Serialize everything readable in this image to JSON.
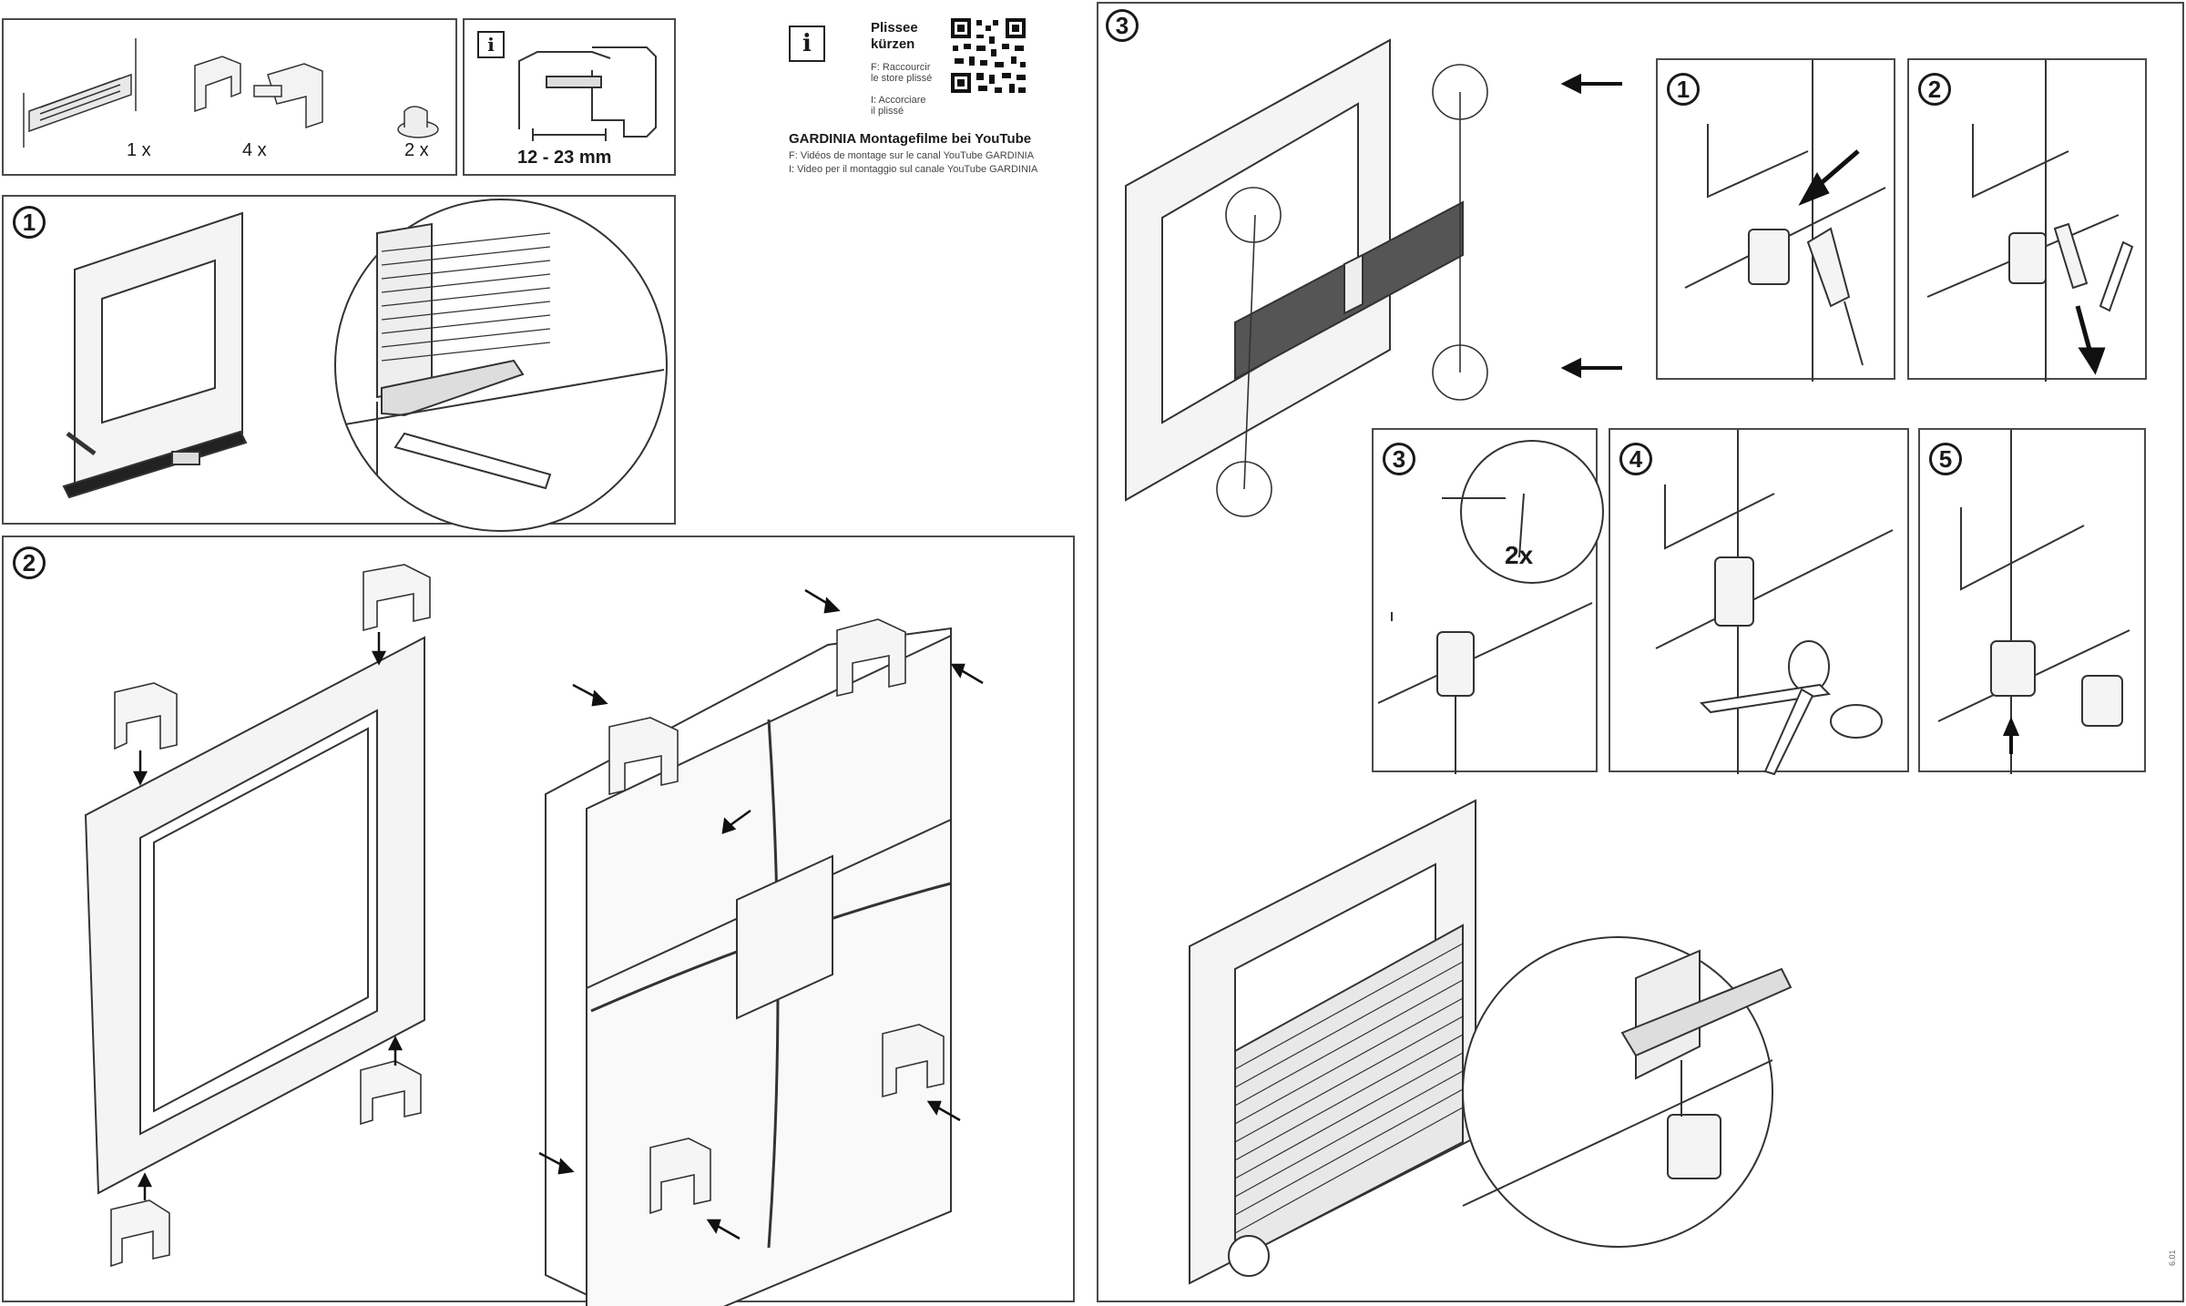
{
  "parts": {
    "qty_blind": "1 x",
    "qty_brackets": "4 x",
    "qty_clips": "2 x"
  },
  "info": {
    "icon_letter": "i",
    "measure": "12 - 23 mm"
  },
  "video": {
    "icon_letter": "i",
    "title_line1": "Plissee",
    "title_line2": "kürzen",
    "fr_line1": "F: Raccourcir",
    "fr_line2": "le store plissé",
    "it_line1": "I: Accorciare",
    "it_line2": "il plissé",
    "heading": "GARDINIA Montagefilme bei YouTube",
    "fr_sub": "F: Vidéos de montage sur le canal YouTube GARDINIA",
    "it_sub": "I: Video per il montaggio sul canale YouTube GARDINIA"
  },
  "steps": {
    "s1": "1",
    "s2": "2",
    "s3": "3",
    "sub1": "1",
    "sub2": "2",
    "sub3": "3",
    "sub4": "4",
    "sub5": "5",
    "twice": "2x"
  },
  "footer_code": "6.01"
}
